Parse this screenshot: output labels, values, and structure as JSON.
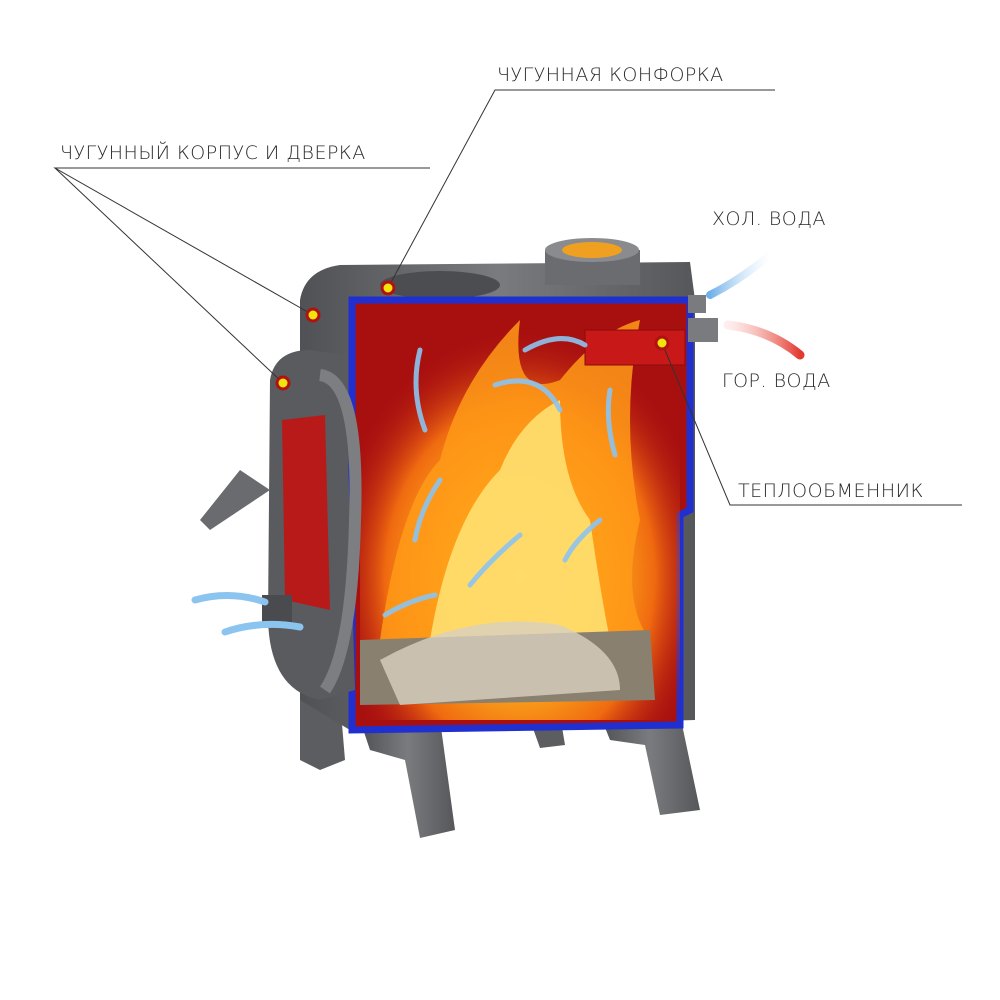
{
  "labels": {
    "burner": "ЧУГУННАЯ КОНФОРКА",
    "body_door": "ЧУГУННЫЙ КОРПУС И ДВЕРКА",
    "cold_water": "ХОЛ. ВОДА",
    "hot_water": "ГОР. ВОДА",
    "heat_exchanger": "ТЕПЛООБМЕННИК"
  },
  "colors": {
    "cast_iron": "#6e6f72",
    "interior": "#b01212",
    "outline": "#1f2fd0",
    "marker": "#f2e30c",
    "cold_flow": "#8cc4f0",
    "hot_flow": "#e8403a"
  }
}
